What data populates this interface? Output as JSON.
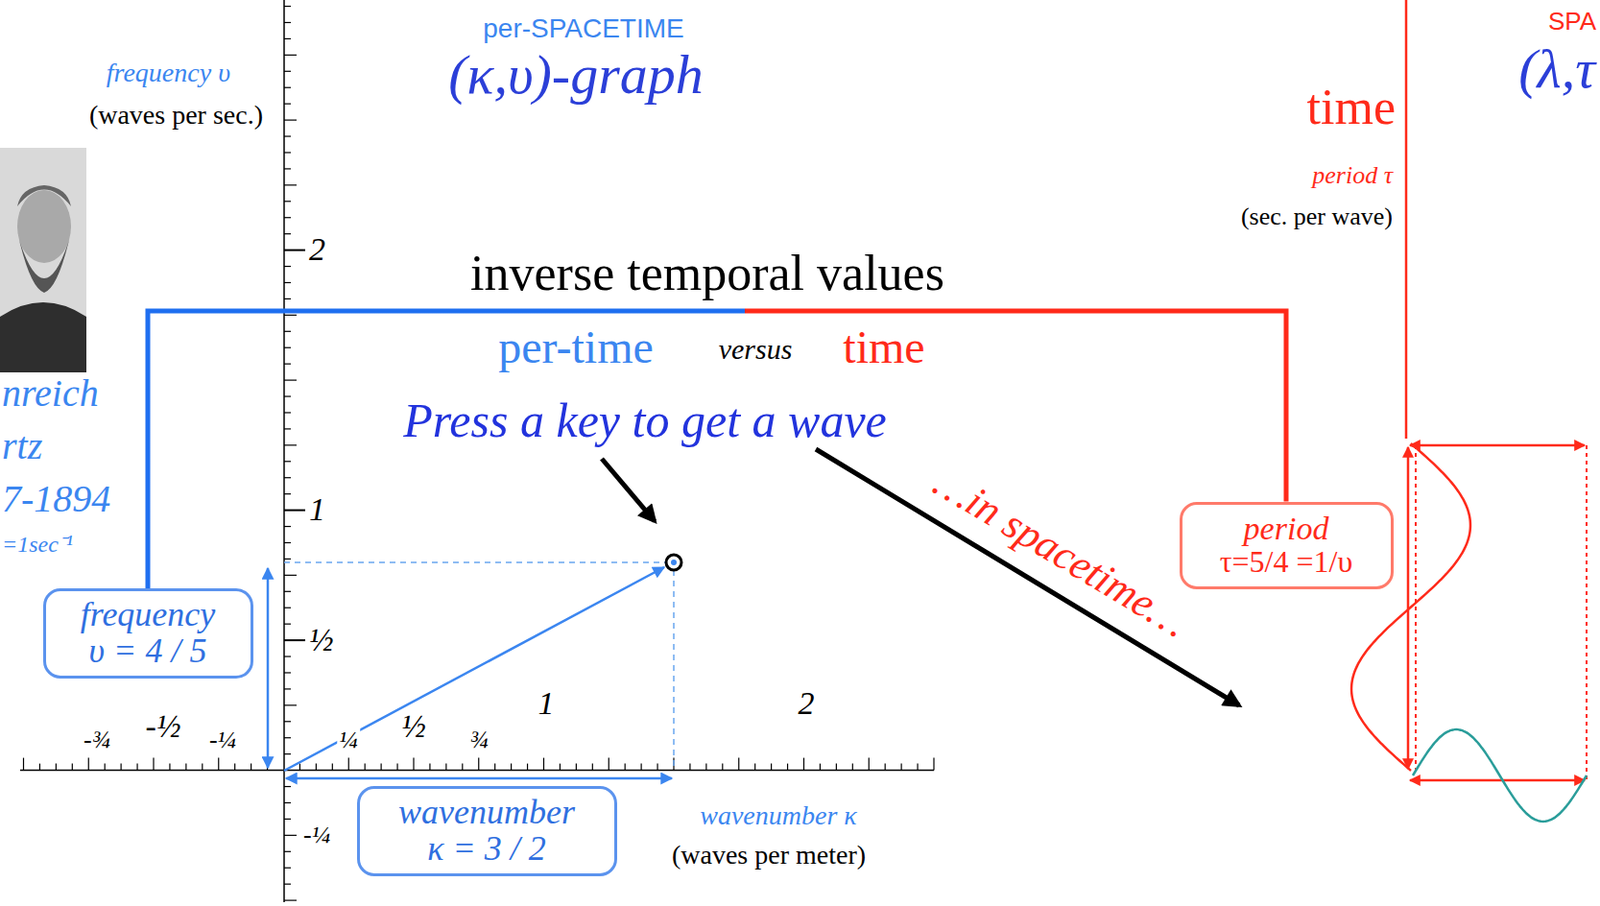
{
  "diagram": {
    "nodes": [
      {
        "text": [
          "frequency",
          "υ = 4 / 5"
        ]
      },
      {
        "text": [
          "wavenumber",
          "κ = 3 / 2"
        ]
      },
      {
        "text": [
          "period",
          "τ=5/4 =1/υ"
        ]
      }
    ],
    "edges": [
      {
        "from": 0,
        "to": 2,
        "arrow": "none"
      }
    ],
    "labels": [
      "per-SPACETIME",
      "(κ,υ)-graph",
      "frequency υ",
      "(waves per sec.)",
      "nreich",
      "rtz",
      "7-1894",
      "=1sec⁻¹",
      "2",
      "1",
      "½",
      "-¼",
      "inverse temporal values",
      "per-time",
      "versus",
      "time",
      "Press a key to get a wave",
      "…in spacetime…",
      "-¾",
      "-½",
      "-¼",
      "¼",
      "½",
      "¾",
      "1",
      "2",
      "wavenumber κ",
      "(waves per meter)",
      "time",
      "period τ",
      "(sec. per wave)",
      "SPA",
      "(λ,τ"
    ]
  }
}
